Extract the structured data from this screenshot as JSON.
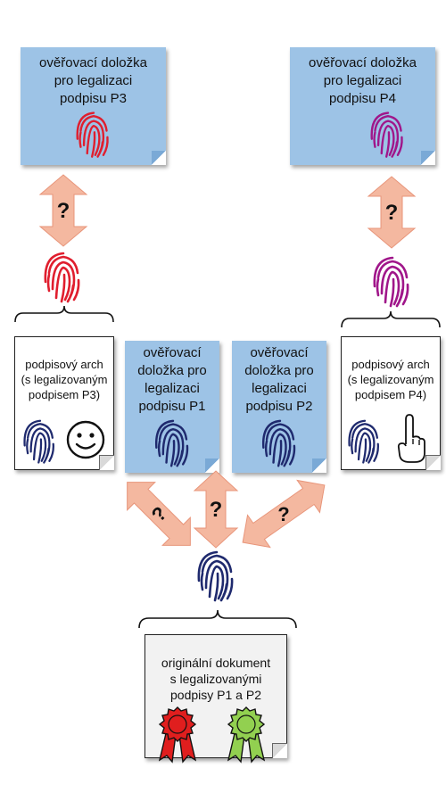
{
  "notes": {
    "p3": "ověřovací doložka\npro legalizaci\npodpisu P3",
    "p4": "ověřovací doložka\npro legalizaci\npodpisu P4",
    "p1": "ověřovací\ndoložka pro\nlegalizaci\npodpisu P1",
    "p2": "ověřovací\ndoložka pro\nlegalizaci\npodpisu P2"
  },
  "sheets": {
    "left": "podpisový arch\n(s legalizovaným\npodpisem P3)",
    "right": "podpisový arch\n(s legalizovaným\npodpisem P4)"
  },
  "original": "originální dokument\ns legalizovanými\npodpisy P1 a P2",
  "question_mark": "?",
  "colors": {
    "note_blue": "#9dc3e6",
    "arrow_salmon": "#f4b8a0",
    "fp_red": "#e01e2e",
    "fp_magenta": "#a0168a",
    "fp_navy": "#1f2a6e",
    "seal_red": "#e01e1e",
    "seal_green": "#92d050"
  }
}
